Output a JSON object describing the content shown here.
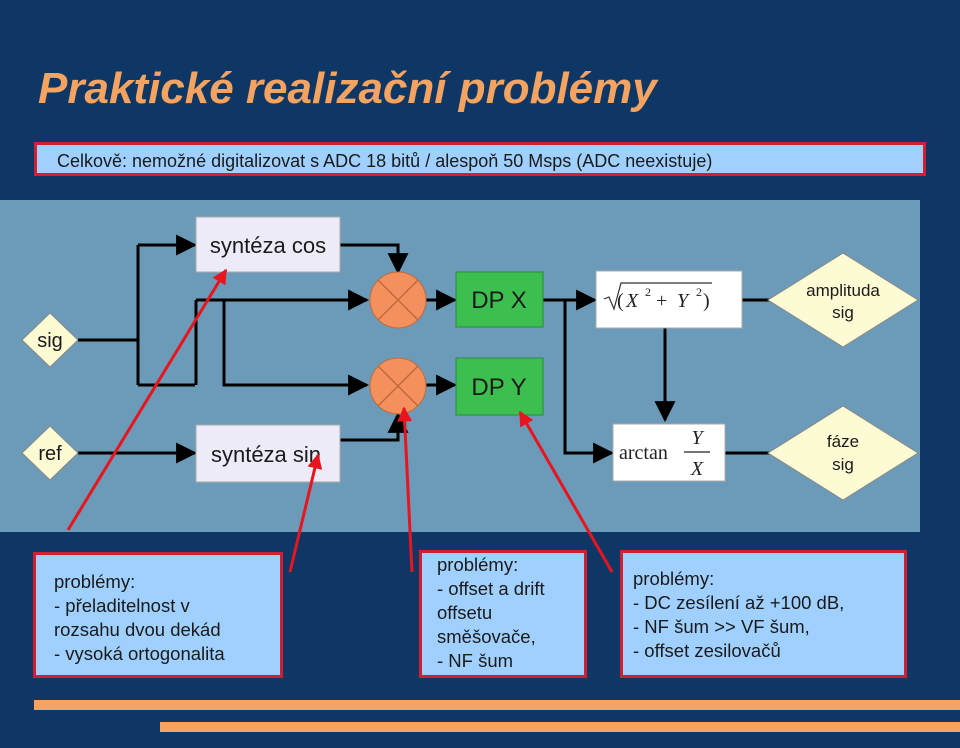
{
  "title": "Praktické realizační problémy",
  "note": "Celkově: nemožné digitalizovat s ADC 18 bitů / alespoň 50 Msps (ADC neexistuje)",
  "diagram": {
    "sig_label": "sig",
    "ref_label": "ref",
    "synth_cos": "syntéza cos",
    "synth_sin": "syntéza sin",
    "lpf_x": "DP X",
    "lpf_y": "DP Y",
    "amp_out_line1": "amplituda",
    "amp_out_line2": "sig",
    "phase_out_line1": "fáze",
    "phase_out_line2": "sig",
    "sqrt_formula": {
      "x": "X",
      "y": "Y",
      "exp": "2",
      "plus": "+"
    },
    "arctan_formula": {
      "func": "arctan",
      "num": "Y",
      "den": "X"
    }
  },
  "problems": [
    {
      "lines": [
        "problémy:",
        "- přeladitelnost v",
        "rozsahu dvou dekád",
        "- vysoká ortogonalita"
      ]
    },
    {
      "lines": [
        "problémy:",
        "- offset a drift",
        "offsetu",
        "směšovače,",
        "- NF šum"
      ]
    },
    {
      "lines": [
        "problémy:",
        "- DC zesílení až +100 dB,",
        "- NF šum >> VF šum,",
        "- offset zesilovačů"
      ]
    }
  ],
  "colors": {
    "background": "#0e3766",
    "title": "#f4a460",
    "note_fill": "#9fd0ff",
    "border_red": "#d11f2f",
    "diagram_bg": "#6b9bb8",
    "lpf_green": "#3dbf4f",
    "mixer_orange": "#f4905e",
    "diamond_fill": "#fdfbd4"
  }
}
